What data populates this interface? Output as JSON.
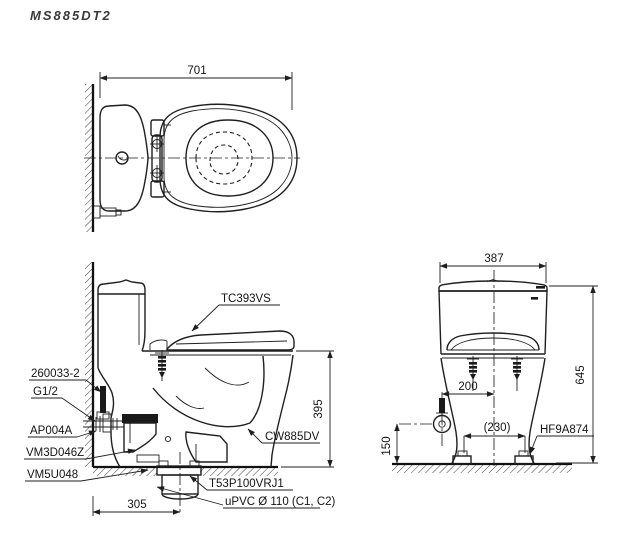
{
  "title": "MS885DT2",
  "colors": {
    "line": "#1f1f1f",
    "background": "#ffffff"
  },
  "top_view": {
    "width_dim": "701"
  },
  "side_view": {
    "rim_height_dim": "395",
    "drain_setout_dim": "305",
    "seat_label": "TC393VS",
    "fill_valve_label": "260033-2",
    "thread_label": "G1/2",
    "angle_valve_label": "AP004A",
    "flush_valve_label": "VM3D046Z",
    "gasket_label": "VM5U048",
    "bowl_label": "CW885DV",
    "flange_label": "T53P100VRJ1",
    "pipe_label": "uPVC Ø 110 (C1, C2)"
  },
  "front_view": {
    "width_dim": "387",
    "height_dim": "645",
    "supply_offset_dim": "200",
    "supply_height_dim": "150",
    "bolt_spacing_dim": "(230)",
    "cap_label": "HF9A874"
  }
}
